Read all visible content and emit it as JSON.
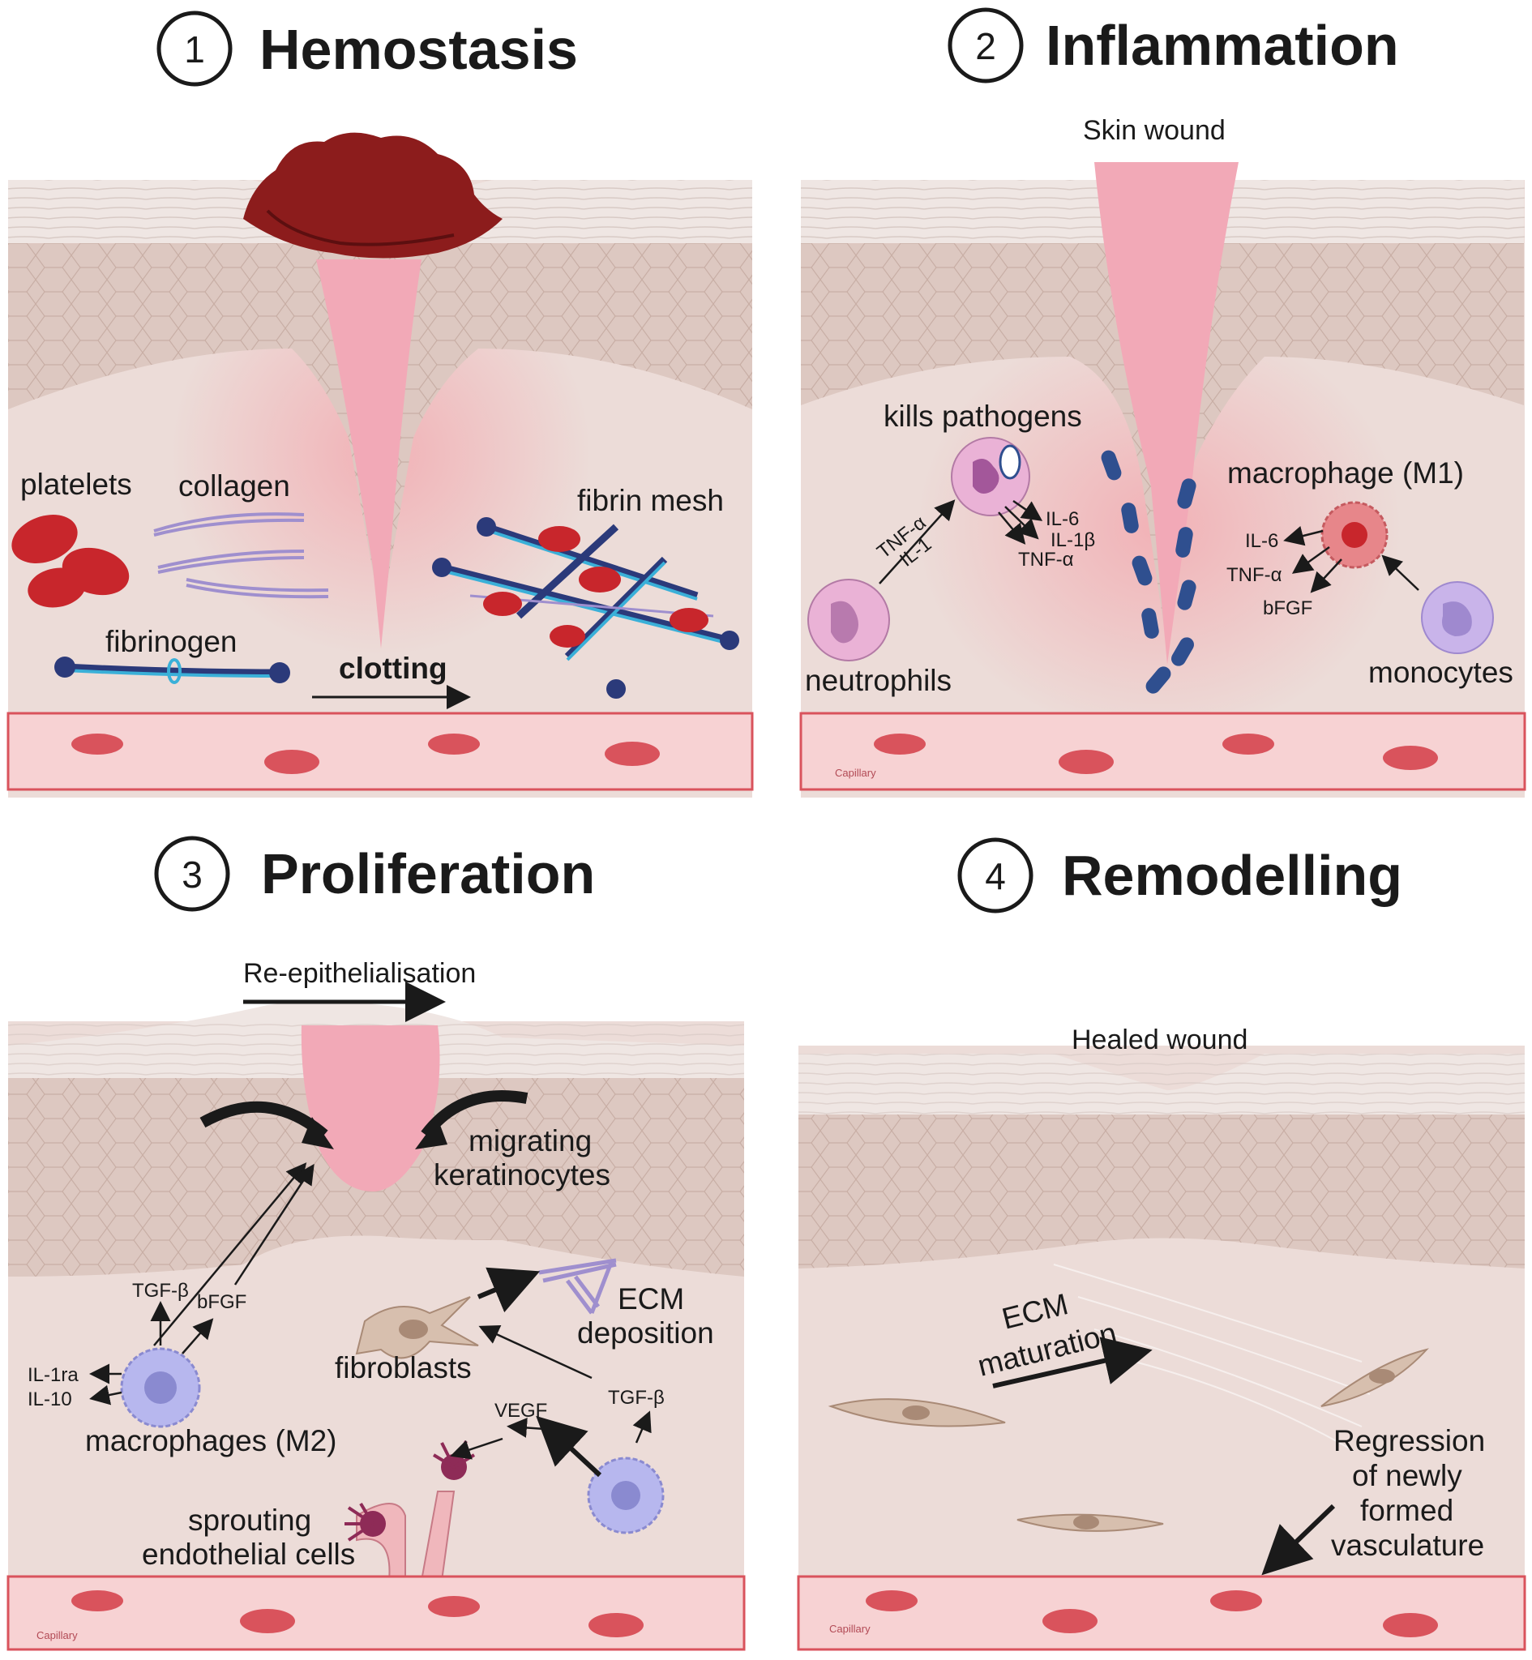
{
  "titles": [
    {
      "num": "1",
      "text": "Hemostasis"
    },
    {
      "num": "2",
      "text": "Inflammation"
    },
    {
      "num": "3",
      "text": "Proliferation"
    },
    {
      "num": "4",
      "text": "Remodelling"
    }
  ],
  "hemostasis": {
    "platelets": "platelets",
    "collagen": "collagen",
    "fibrinogen": "fibrinogen",
    "clotting": "clotting",
    "fibrin_mesh": "fibrin mesh"
  },
  "inflammation": {
    "skin_wound": "Skin wound",
    "kills_pathogens": "kills pathogens",
    "tnf_in": "TNF-α",
    "il1_in": "IL-1",
    "il6_out": "IL-6",
    "il1b_out": "IL-1β",
    "tnf_out": "TNF-α",
    "macrophage": "macrophage (M1)",
    "m1_il6": "IL-6",
    "m1_tnf": "TNF-α",
    "m1_bfgf": "bFGF",
    "neutrophils": "neutrophils",
    "monocytes": "monocytes",
    "capillary": "Capillary"
  },
  "proliferation": {
    "re_epi": "Re-epithelialisation",
    "migrating_1": "migrating",
    "migrating_2": "keratinocytes",
    "tgfb": "TGF-β",
    "bfgf": "bFGF",
    "il1ra": "IL-1ra",
    "il10": "IL-10",
    "macrophages": "macrophages (M2)",
    "fibroblasts": "fibroblasts",
    "ecm_1": "ECM",
    "ecm_2": "deposition",
    "vegf": "VEGF",
    "tgfb2": "TGF-β",
    "sprouting_1": "sprouting",
    "sprouting_2": "endothelial cells",
    "capillary": "Capillary"
  },
  "remodelling": {
    "healed": "Healed wound",
    "ecm_mat_1": "ECM",
    "ecm_mat_2": "maturation",
    "reg_1": "Regression",
    "reg_2": "of newly",
    "reg_3": "formed",
    "reg_4": "vasculature",
    "capillary": "Capillary"
  },
  "colors": {
    "stratum": "#efe6e3",
    "epidermis": "#ddc8c1",
    "dermis": "#ecdcd8",
    "wound": "#f2a9b7",
    "clot": "#8c1c1c",
    "rbc": "#d9535c",
    "platelet": "#c8262c",
    "fiber_dark": "#2b3a7a",
    "fiber_light": "#3ab0d8",
    "bacteria": "#2f4f8f",
    "macrophage_m1": "#e7868a",
    "macrophage_m2": "#b7b7ee",
    "neutrophil": "#eab2d6",
    "monocyte": "#c9b4ea",
    "fibroblast": "#d7bfae",
    "vessel": "#f7d2d3"
  }
}
